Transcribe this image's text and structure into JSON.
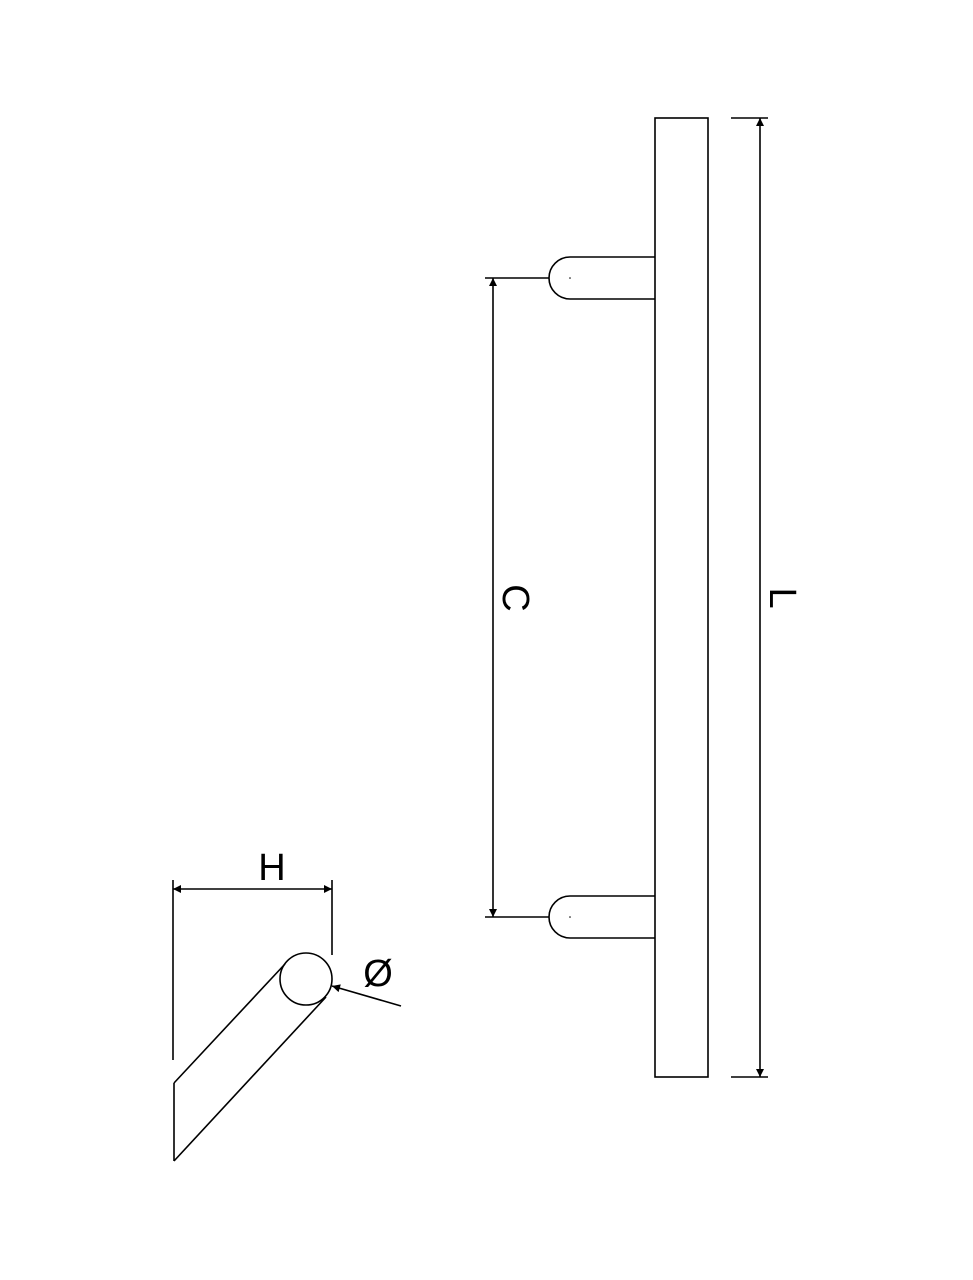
{
  "drawing": {
    "labels": {
      "length": "L",
      "center_distance": "C",
      "height": "H",
      "diameter": "Ø"
    },
    "line_color": "#000000",
    "background": "#ffffff"
  }
}
